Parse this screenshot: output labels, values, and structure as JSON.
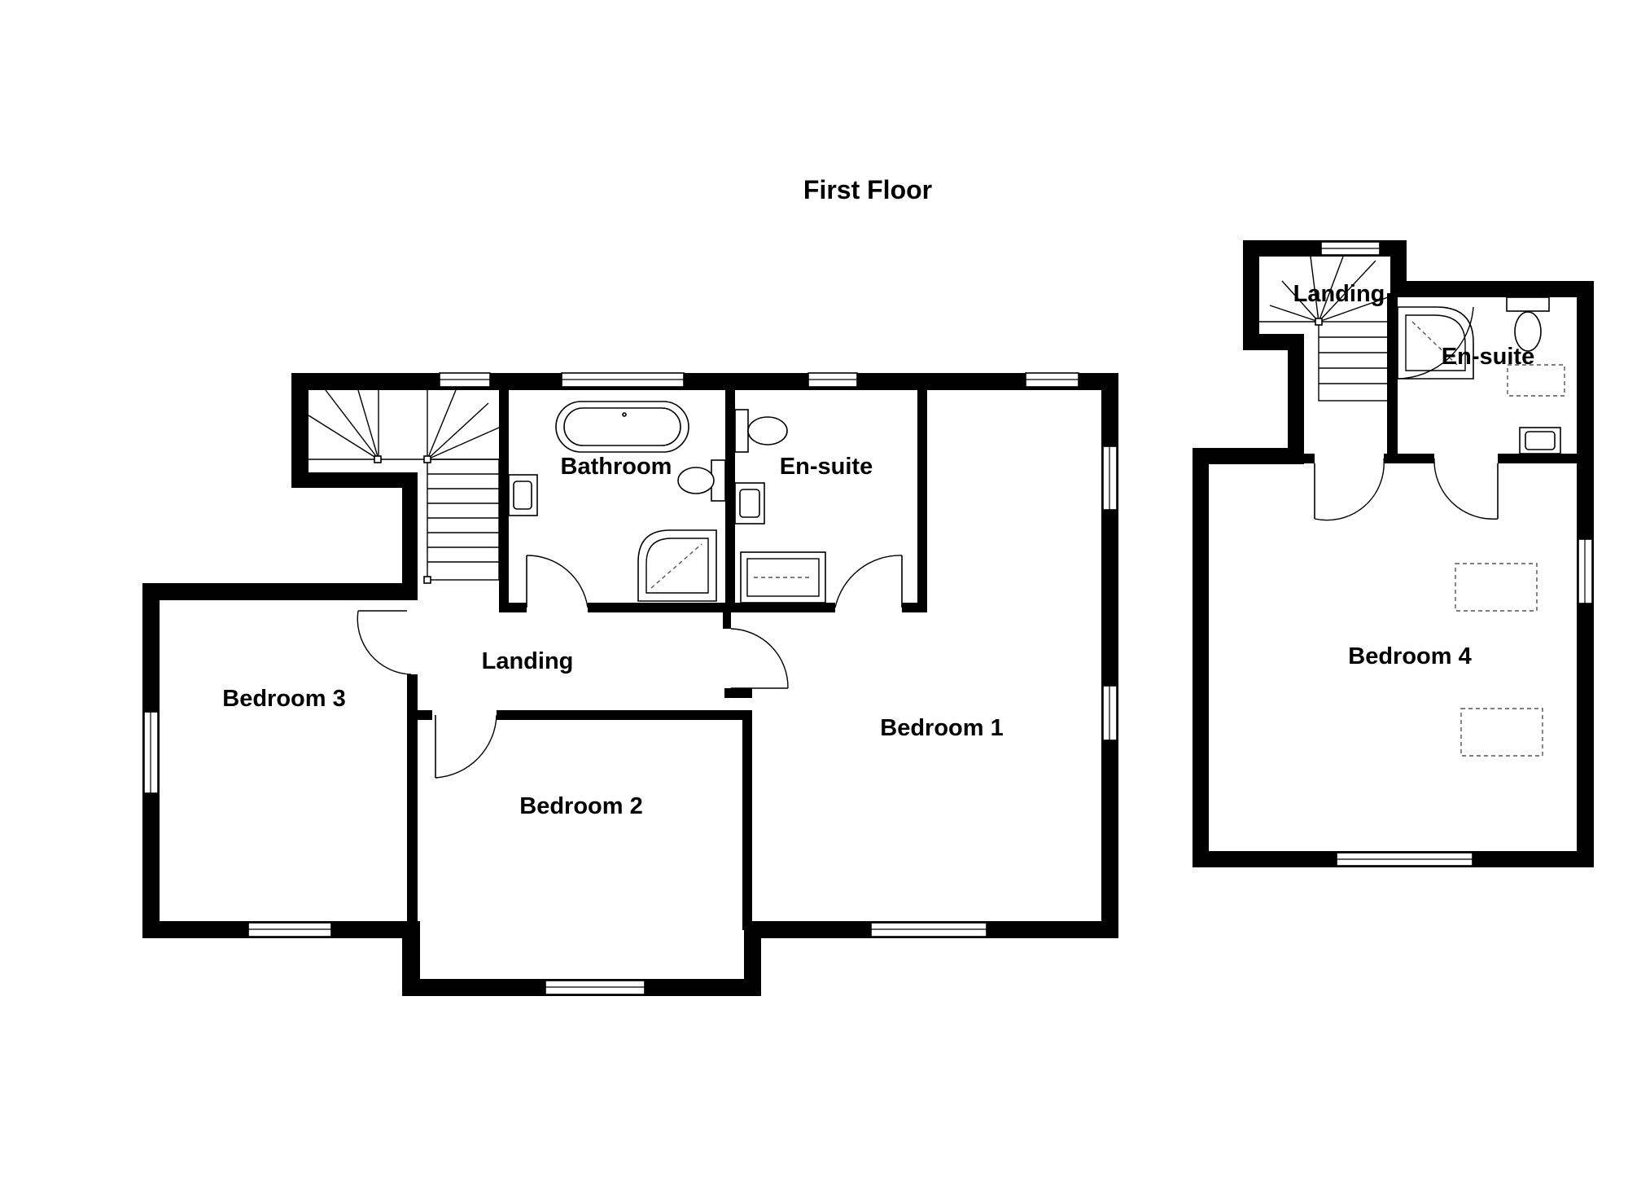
{
  "title": "First Floor",
  "colors": {
    "wall": "#000000",
    "background": "#ffffff",
    "line": "#000000"
  },
  "rooms": {
    "bathroom": "Bathroom",
    "ensuite_main": "En-suite",
    "landing_main": "Landing",
    "bedroom1": "Bedroom 1",
    "bedroom2": "Bedroom 2",
    "bedroom3": "Bedroom 3",
    "landing_annex": "Landing",
    "ensuite_annex": "En-suite",
    "bedroom4": "Bedroom 4"
  }
}
